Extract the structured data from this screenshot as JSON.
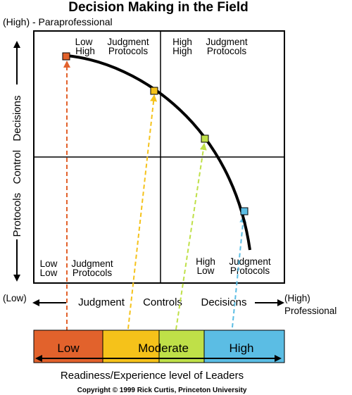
{
  "title": "Decision Making in the Field",
  "top_left_label": "(High) - Paraprofessional",
  "vertical_axis_label": "Protocols   Control   Decisions",
  "quadrants": {
    "top_left": {
      "line1": "Low",
      "line2": "High",
      "line3": "Judgment",
      "line4": "Protocols"
    },
    "top_right": {
      "line1": "High",
      "line2": "High",
      "line3": "Judgment",
      "line4": "Protocols"
    },
    "bottom_left": {
      "line1": "Low",
      "line2": "Low",
      "line3": "Judgment",
      "line4": "Protocols"
    },
    "bottom_right": {
      "line1": "High",
      "line2": "Low",
      "line3": "Judgment",
      "line4": "Protocols"
    }
  },
  "horizontal_axis": {
    "left_label": "(Low)",
    "middle_words": [
      "Judgment",
      "Controls",
      "Decisions"
    ],
    "right_label_1": "(High)",
    "right_label_2": "Professional"
  },
  "readiness_bands": [
    {
      "label": "Low",
      "color": "#e2622c"
    },
    {
      "label": "Moderate",
      "color": "#f5c21a"
    },
    {
      "label": "",
      "color": "#bfe048"
    },
    {
      "label": "High",
      "color": "#5bbde4"
    }
  ],
  "readiness_caption": "Readiness/Experience level of Leaders",
  "copyright": "Copyright © 1999 Rick Curtis, Princeton University",
  "markers": [
    {
      "color": "#e2622c"
    },
    {
      "color": "#f5c21a"
    },
    {
      "color": "#bfe048"
    },
    {
      "color": "#5bbde4"
    }
  ]
}
